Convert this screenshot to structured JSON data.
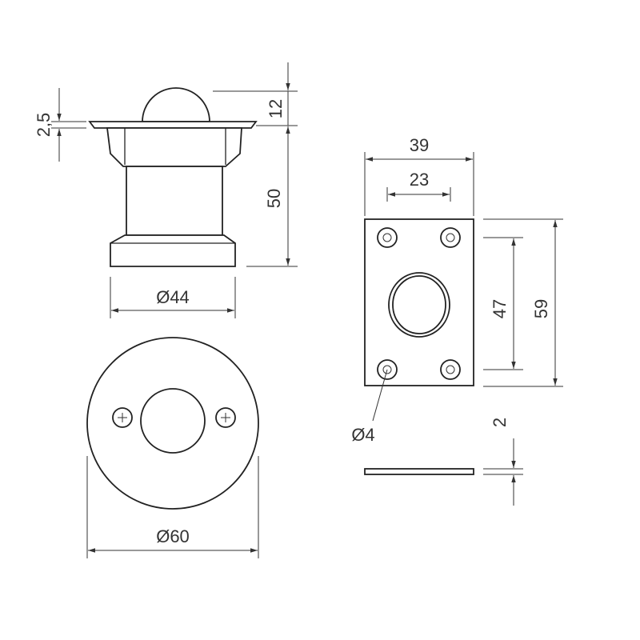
{
  "diagram": {
    "dimensions": {
      "flange_thickness": "2,5",
      "ball_height": "12",
      "body_height": "50",
      "base_diameter": "Ø44",
      "plate_outer_diameter": "Ø60",
      "strike_width": "39",
      "hole_spacing_horizontal": "23",
      "hole_spacing_vertical": "47",
      "strike_height": "59",
      "screw_hole_diameter": "Ø4",
      "strike_thickness": "2"
    }
  }
}
